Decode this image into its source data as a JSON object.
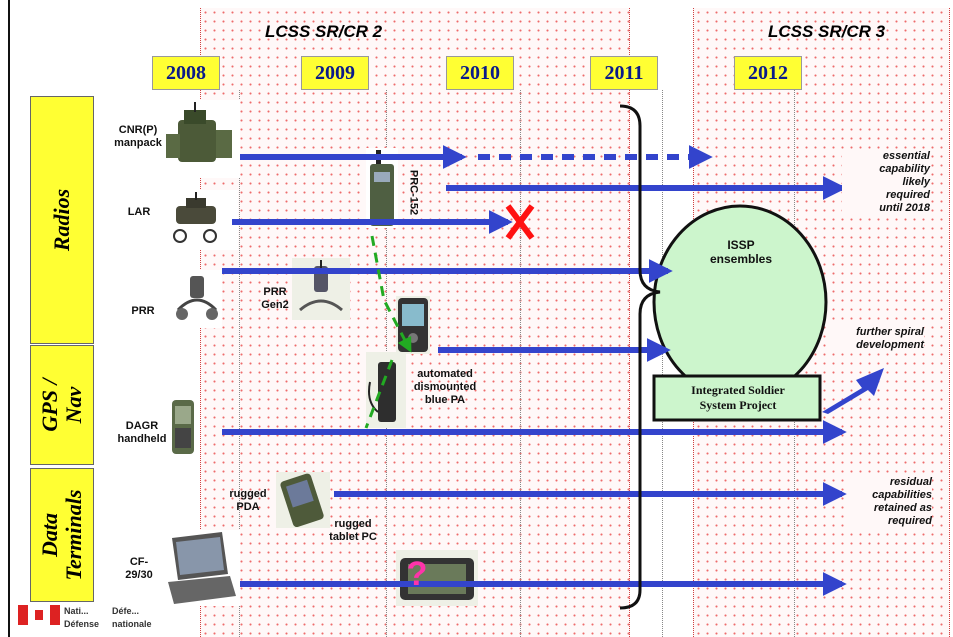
{
  "bands": {
    "left_title": "LCSS SR/CR 2",
    "right_title": "LCSS SR/CR 3"
  },
  "years": [
    "2008",
    "2009",
    "2010",
    "2011",
    "2012"
  ],
  "categories": {
    "radios": "Radios",
    "gps_line1": "GPS /",
    "gps_line2": "Nav",
    "data_line1": "Data",
    "data_line2": "Terminals"
  },
  "devices": {
    "cnr_line1": "CNR(P)",
    "cnr_line2": "manpack",
    "lar": "LAR",
    "prr": "PRR",
    "prr_gen2_line1": "PRR",
    "prr_gen2_line2": "Gen2",
    "prc152": "PRC-152",
    "dagr_line1": "DAGR",
    "dagr_line2": "handheld",
    "auto_line1": "automated",
    "auto_line2": "dismounted",
    "auto_line3": "blue PA",
    "pda_line1": "rugged",
    "pda_line2": "PDA",
    "tablet_line1": "rugged",
    "tablet_line2": "tablet PC",
    "cf_line1": "CF-",
    "cf_line2": "29/30",
    "question": "?"
  },
  "issp": {
    "line1": "ISSP",
    "line2": "ensembles",
    "box_line1": "Integrated Soldier",
    "box_line2": "System Project"
  },
  "notes": {
    "essential": [
      "essential",
      "capability",
      "likely",
      "required",
      "until 2018"
    ],
    "further": [
      "further spiral",
      "development"
    ],
    "residual": [
      "residual",
      "capabilities",
      "retained as",
      "required"
    ]
  },
  "footer": {
    "w1": "Nati...",
    "w2": "Défe...",
    "w3": "Défense",
    "w4": "nationale"
  },
  "colors": {
    "arrow": "#3344cc",
    "year_bg": "#ffff33",
    "green_dash": "#22aa22",
    "issp_fill": "#ccf5cc",
    "cross": "#ff1111"
  }
}
